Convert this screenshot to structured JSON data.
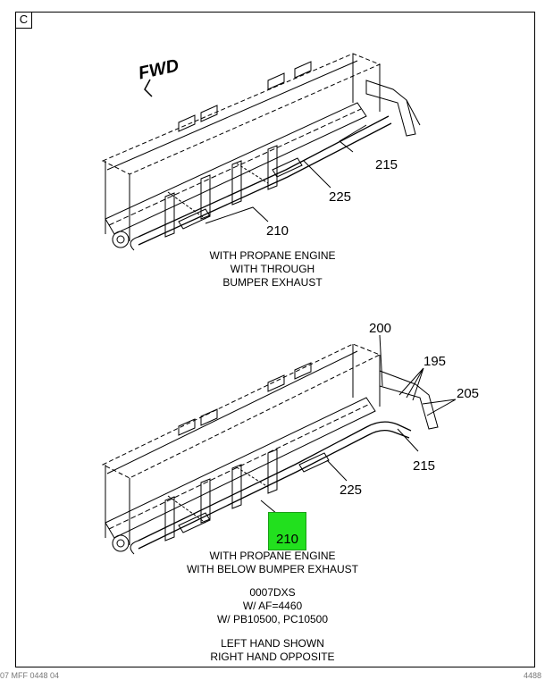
{
  "panel": {
    "label": "C"
  },
  "top_view": {
    "direction": "FWD",
    "callouts": {
      "c215": "215",
      "c225": "225",
      "c210": "210"
    },
    "caption": [
      "WITH PROPANE ENGINE",
      "WITH THROUGH",
      "BUMPER EXHAUST"
    ]
  },
  "bottom_view": {
    "callouts": {
      "c200": "200",
      "c195": "195",
      "c205": "205",
      "c215": "215",
      "c225": "225",
      "c210": "210"
    },
    "highlight_color": "#22e01e",
    "caption": [
      "WITH PROPANE ENGINE",
      "WITH BELOW BUMPER EXHAUST"
    ]
  },
  "notes": {
    "model": [
      "0007DXS",
      "W/ AF=4460",
      "W/ PB10500, PC10500"
    ],
    "hand": [
      "LEFT HAND SHOWN",
      "RIGHT HAND OPPOSITE"
    ]
  },
  "footer": {
    "left": "07 MFF 0448 04",
    "right": "4488"
  }
}
